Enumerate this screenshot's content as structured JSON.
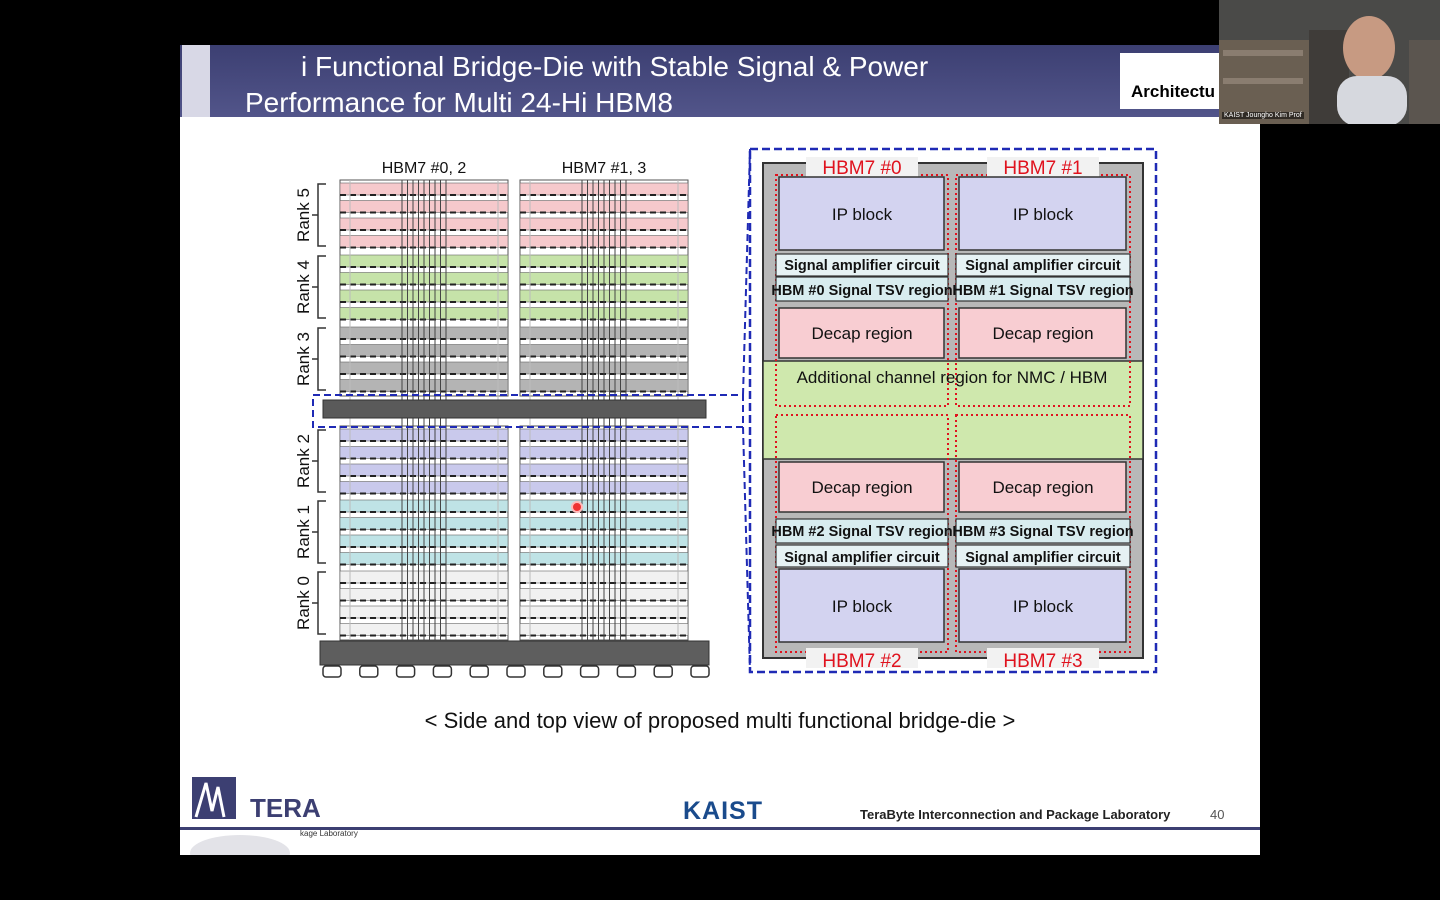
{
  "slide": {
    "title_line1": "i Functional Bridge-Die with Stable Signal & Power",
    "title_line2": "Performance for Multi 24-Hi HBM8",
    "section_tag": "Architectu",
    "caption": "< Side and top view of proposed multi functional bridge-die >",
    "footer": {
      "logo_text": "TERA",
      "logo_sub": "kage Laboratory",
      "kaist": "KAIST",
      "lab_name": "TeraByte Interconnection and Package Laboratory",
      "page_number": "40"
    }
  },
  "side_view": {
    "stack_labels": [
      "HBM7 #0, 2",
      "HBM7 #1, 3"
    ],
    "ranks": [
      "Rank 5",
      "Rank 4",
      "Rank 3",
      "Rank 2",
      "Rank 1",
      "Rank 0"
    ],
    "rank_colors": [
      "#f6c9cc",
      "#c6e3a9",
      "#b4b4b4",
      "#c9c9ec",
      "#bfe3e6",
      "#f1f1f1"
    ]
  },
  "top_view": {
    "hbm_labels": [
      "HBM7 #0",
      "HBM7 #1",
      "HBM7 #2",
      "HBM7 #3"
    ],
    "ip_block": "IP block",
    "signal_amplifier": "Signal amplifier circuit",
    "tsv_regions": [
      "HBM #0 Signal TSV region",
      "HBM #1 Signal TSV region",
      "HBM #2 Signal TSV region",
      "HBM #3 Signal TSV region"
    ],
    "decap": "Decap region",
    "additional_channel": "Additional channel region for NMC / HBM",
    "colors": {
      "ip": "#d3d3f0",
      "decap": "#f8cdd2",
      "tsv": "#d8ecef",
      "channel": "#cfe8ad",
      "label_red": "#e0121e",
      "outline_blue": "#1f2ab5"
    }
  },
  "webcam": {
    "name_label": "KAIST Joungho Kim Prof"
  }
}
